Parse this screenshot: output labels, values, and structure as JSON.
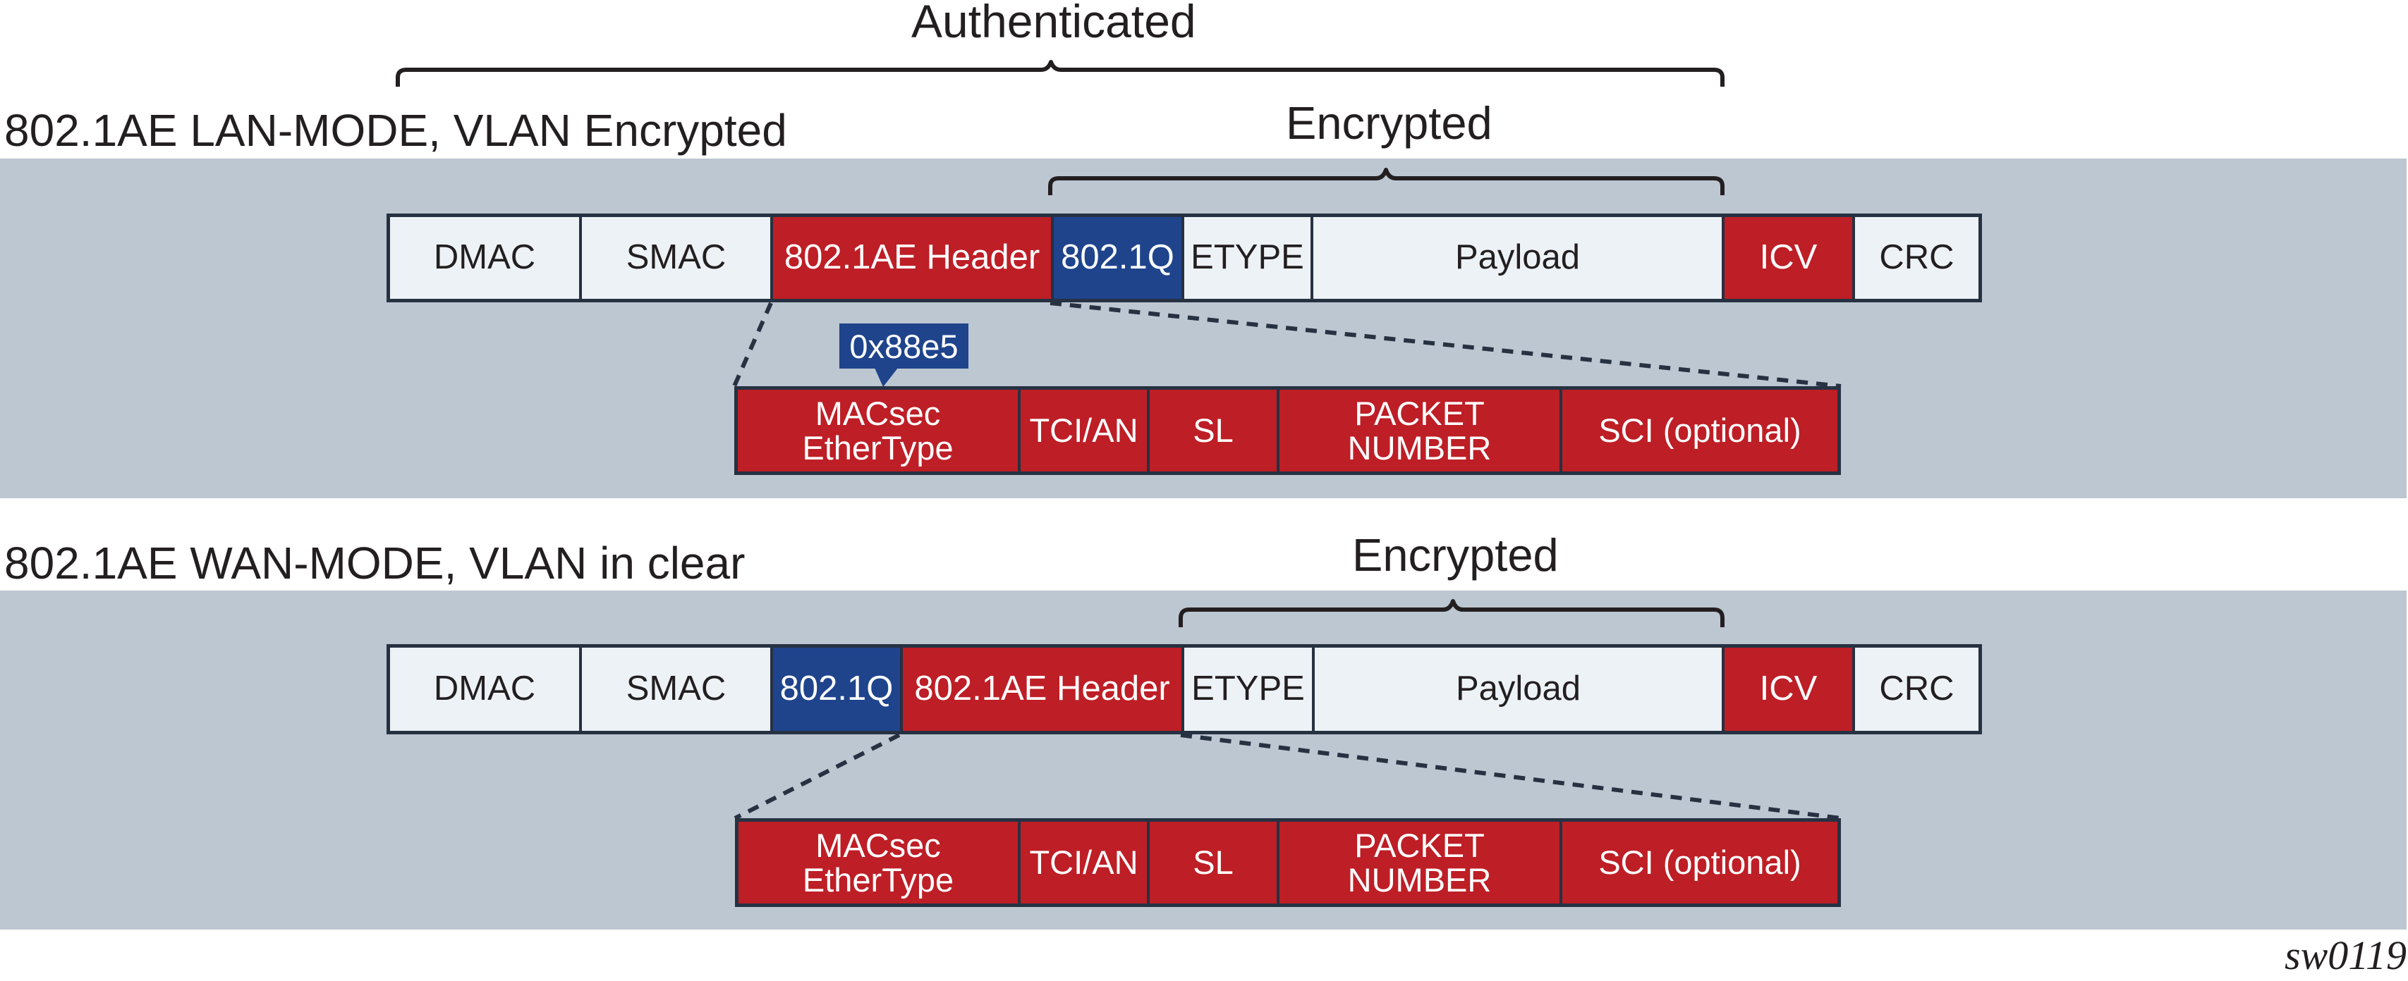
{
  "colors": {
    "band": "#bdc7d1",
    "cell_light": "#edf2f7",
    "red": "#be1e26",
    "blue": "#1f448c",
    "border": "#263142",
    "text": "#231f20"
  },
  "labels": {
    "authenticated": "Authenticated",
    "encrypted": "Encrypted"
  },
  "sections": [
    {
      "title": "802.1AE LAN-MODE, VLAN Encrypted",
      "encrypted_label": "Encrypted",
      "frame": [
        {
          "label": "DMAC",
          "style": "light"
        },
        {
          "label": "SMAC",
          "style": "light"
        },
        {
          "label": "802.1AE Header",
          "style": "red"
        },
        {
          "label": "802.1Q",
          "style": "blue"
        },
        {
          "label": "ETYPE",
          "style": "light"
        },
        {
          "label": "Payload",
          "style": "light"
        },
        {
          "label": "ICV",
          "style": "red"
        },
        {
          "label": "CRC",
          "style": "light"
        }
      ],
      "header_fields": [
        {
          "label": "MACsec\nEtherType"
        },
        {
          "label": "TCI/AN"
        },
        {
          "label": "SL"
        },
        {
          "label": "PACKET\nNUMBER"
        },
        {
          "label": "SCI (optional)"
        }
      ],
      "callout": "0x88e5"
    },
    {
      "title": "802.1AE WAN-MODE, VLAN in clear",
      "encrypted_label": "Encrypted",
      "frame": [
        {
          "label": "DMAC",
          "style": "light"
        },
        {
          "label": "SMAC",
          "style": "light"
        },
        {
          "label": "802.1Q",
          "style": "blue"
        },
        {
          "label": "802.1AE Header",
          "style": "red"
        },
        {
          "label": "ETYPE",
          "style": "light"
        },
        {
          "label": "Payload",
          "style": "light"
        },
        {
          "label": "ICV",
          "style": "red"
        },
        {
          "label": "CRC",
          "style": "light"
        }
      ],
      "header_fields": [
        {
          "label": "MACsec\nEtherType"
        },
        {
          "label": "TCI/AN"
        },
        {
          "label": "SL"
        },
        {
          "label": "PACKET\nNUMBER"
        },
        {
          "label": "SCI (optional)"
        }
      ]
    }
  ],
  "figure_id": "sw0119"
}
